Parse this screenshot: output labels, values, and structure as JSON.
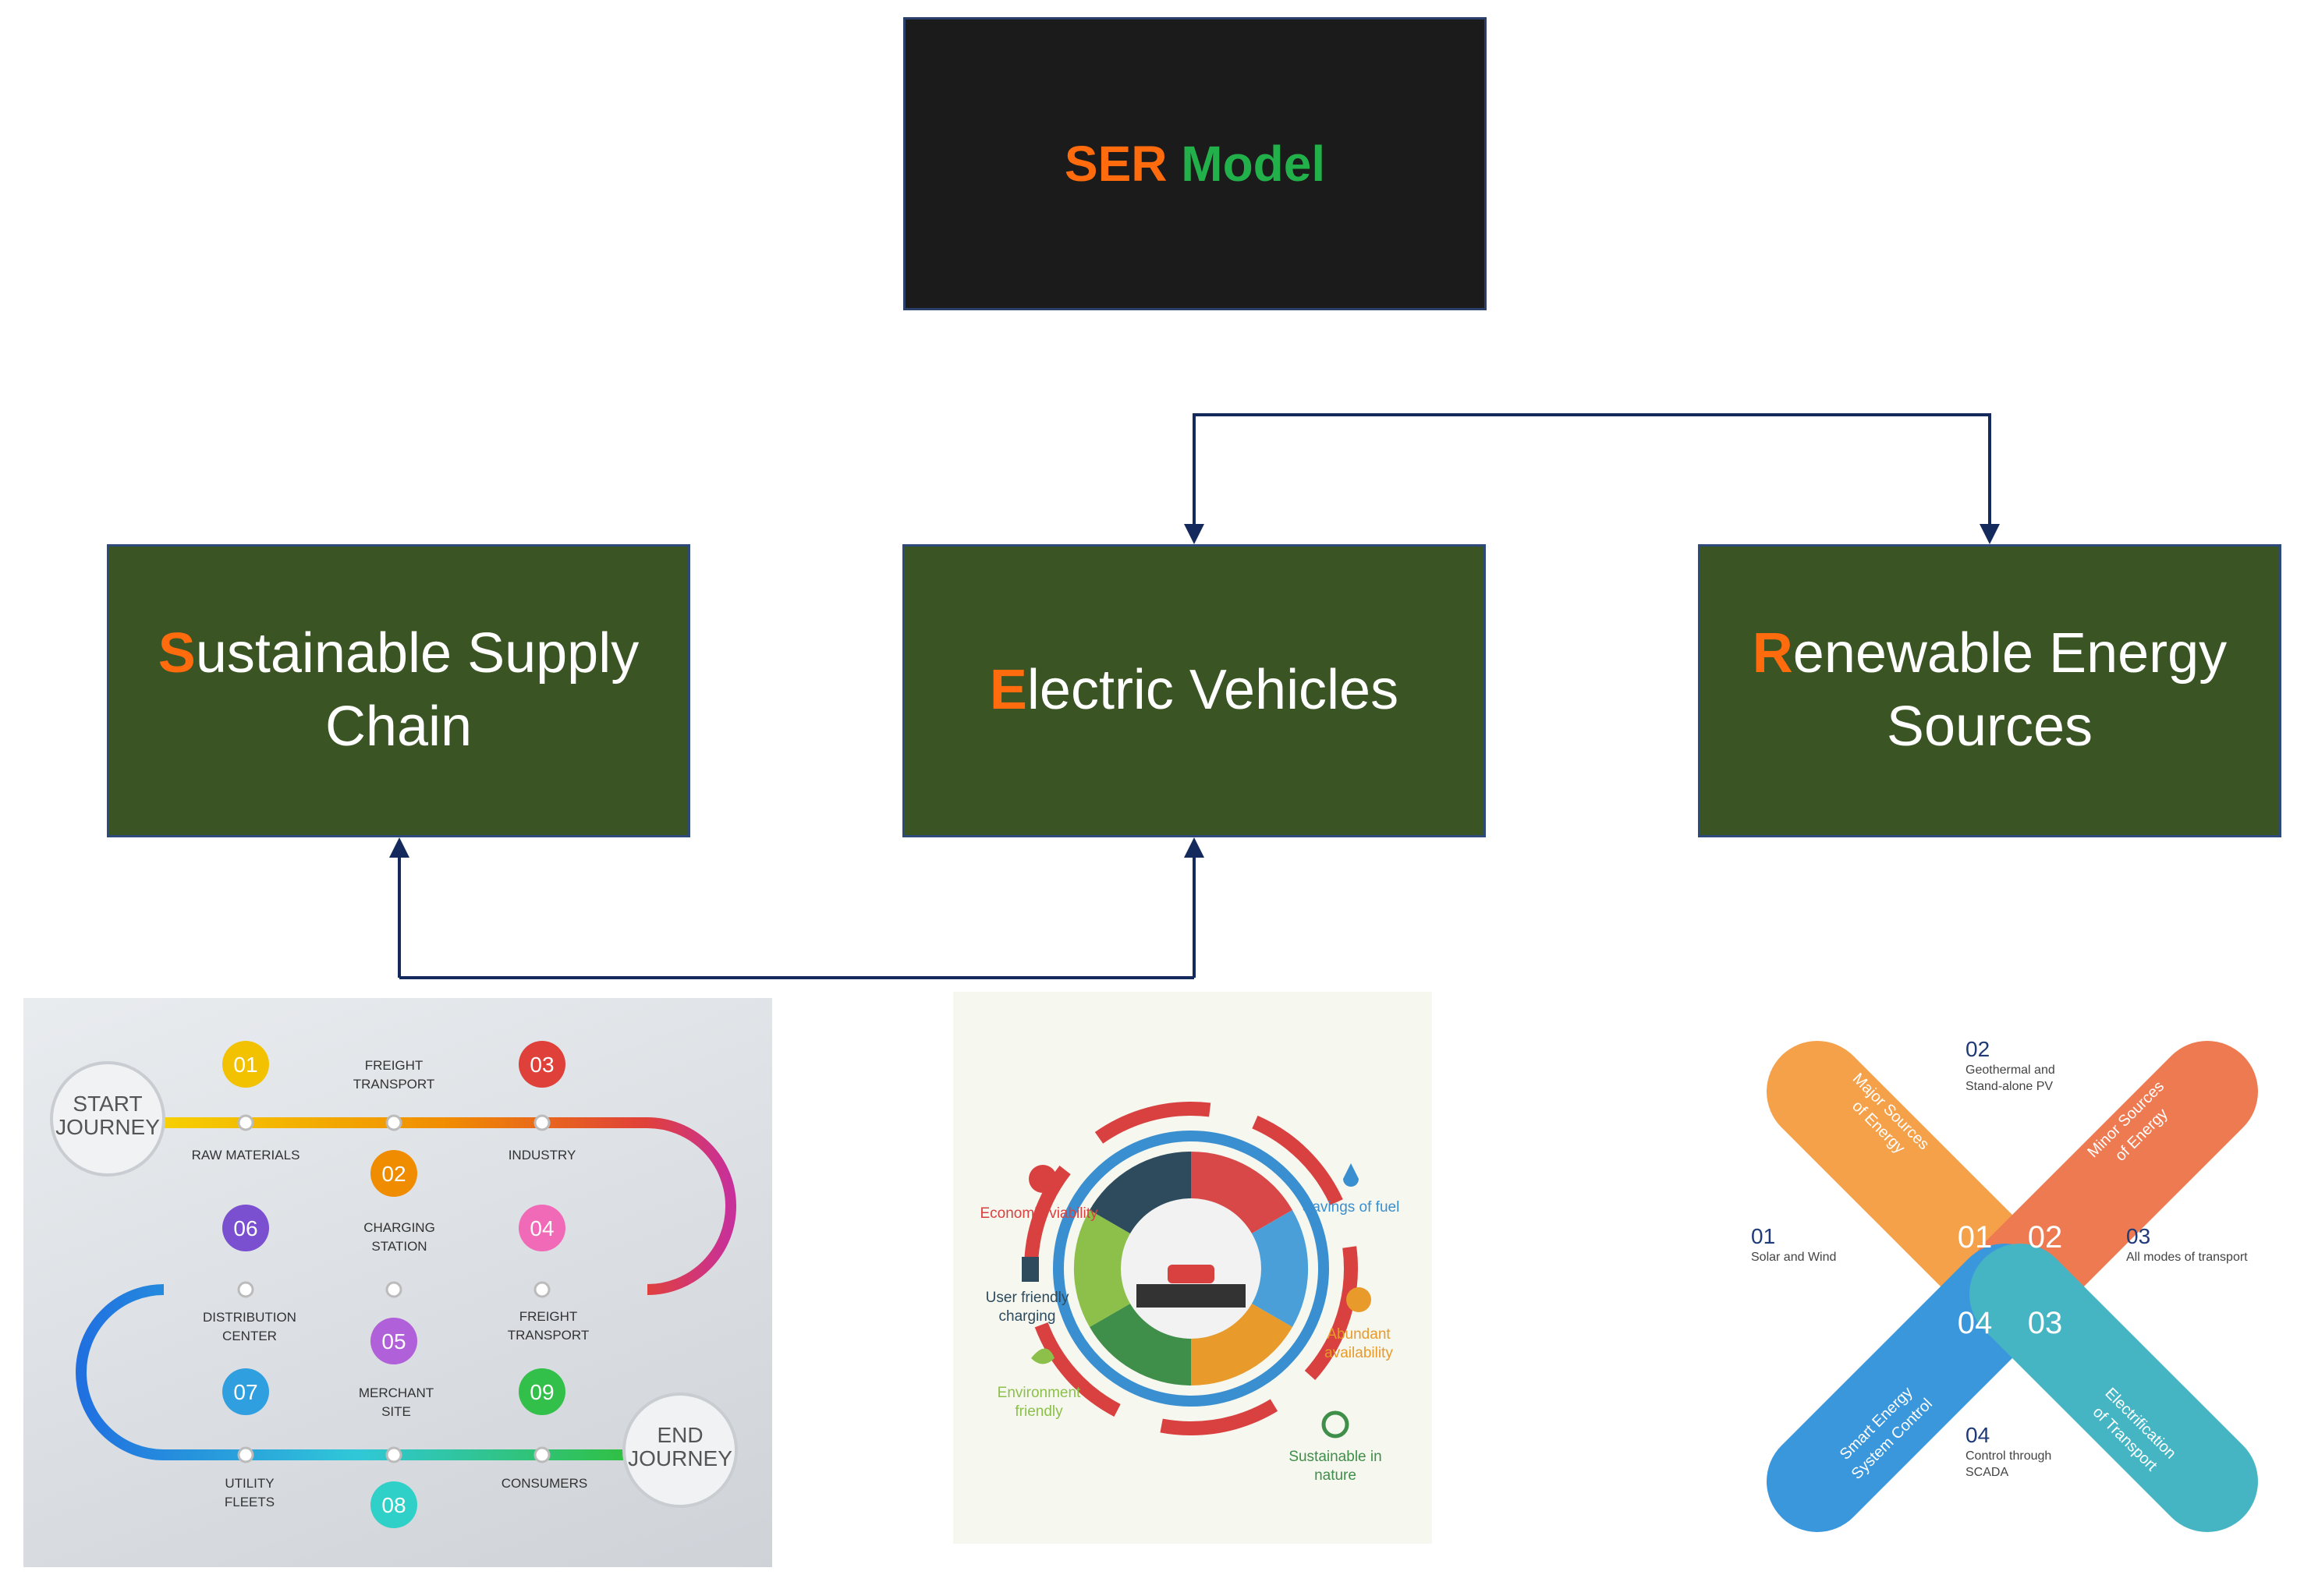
{
  "root": {
    "letter": "SER",
    "rest": " Model"
  },
  "nodes": [
    {
      "letter": "S",
      "line1": "ustainable Supply",
      "line2": "Chain"
    },
    {
      "letter": "E",
      "line1": "lectric Vehicles",
      "line2": ""
    },
    {
      "letter": "R",
      "line1": "enewable Energy",
      "line2": "Sources"
    }
  ],
  "journey": {
    "start": [
      "START",
      "JOURNEY"
    ],
    "end": [
      "END",
      "JOURNEY"
    ],
    "steps": [
      {
        "num": "01",
        "label": [
          "RAW MATERIALS"
        ],
        "color": "#f2c200"
      },
      {
        "num": "02",
        "label": [
          "CHARGING",
          "STATION"
        ],
        "color": "#f08c00"
      },
      {
        "num": "03",
        "label": [
          "INDUSTRY"
        ],
        "color": "#e0403a"
      },
      {
        "num": "04",
        "label": [
          "FREIGHT",
          "TRANSPORT"
        ],
        "color": "#f06ab8"
      },
      {
        "num": "05",
        "label": [
          "MERCHANT",
          "SITE"
        ],
        "color": "#b060d8"
      },
      {
        "num": "06",
        "label": [
          "DISTRIBUTION",
          "CENTER"
        ],
        "color": "#7a4fd0"
      },
      {
        "num": "07",
        "label": [
          "UTILITY",
          "FLEETS"
        ],
        "color": "#2f9fe0"
      },
      {
        "num": "08",
        "label": [],
        "color": "#2fd0c8"
      },
      {
        "num": "09",
        "label": [
          "CONSUMERS"
        ],
        "color": "#33c04a"
      }
    ],
    "top_label": [
      "FREIGHT",
      "TRANSPORT"
    ]
  },
  "ev": {
    "economic": "Economic viability",
    "savings": "Savings of fuel",
    "user": [
      "User friendly",
      "charging"
    ],
    "abundant": [
      "Abundant",
      "availability"
    ],
    "environment": [
      "Environment",
      "friendly"
    ],
    "sustainable": [
      "Sustainable in",
      "nature"
    ]
  },
  "renew": {
    "n01": "01",
    "t01": "Solar and Wind",
    "n02": "02",
    "t02a": "Geothermal and",
    "t02b": "Stand-alone PV",
    "n03": "03",
    "t03": "All modes of transport",
    "n04": "04",
    "t04a": "Control through",
    "t04b": "SCADA",
    "arm_major": [
      "Major Sources",
      "of Energy"
    ],
    "arm_minor": [
      "Minor Sources",
      "of Energy"
    ],
    "arm_smart": [
      "Smart Energy",
      "System Control"
    ],
    "arm_elec": [
      "Electrification",
      "of Transport"
    ],
    "c01": "01",
    "c02": "02",
    "c03": "03",
    "c04": "04"
  }
}
